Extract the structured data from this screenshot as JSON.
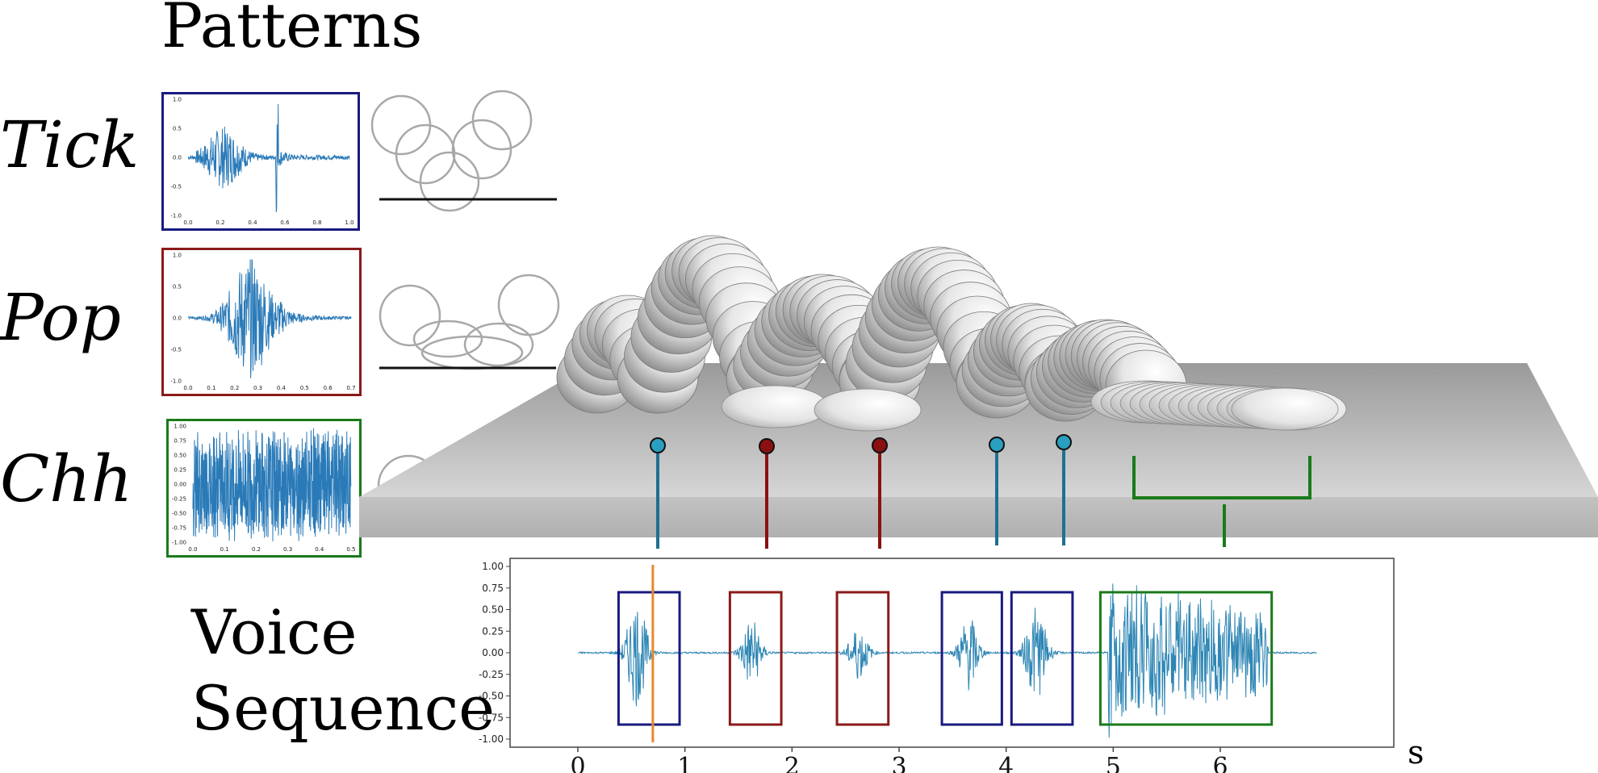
{
  "header": {
    "title": "Patterns"
  },
  "patterns": [
    {
      "label": "Tick",
      "color": "#1a1a80",
      "xticks": [
        "0.0",
        "0.2",
        "0.4",
        "0.6",
        "0.8",
        "1.0"
      ],
      "yticks": [
        "1.0",
        "0.5",
        "0.0",
        "-0.5",
        "-1.0"
      ]
    },
    {
      "label": "Pop",
      "color": "#8b1a1a",
      "xticks": [
        "0.0",
        "0.1",
        "0.2",
        "0.3",
        "0.4",
        "0.5",
        "0.6",
        "0.7"
      ],
      "yticks": [
        "1.0",
        "0.5",
        "0.0",
        "-0.5",
        "-1.0"
      ]
    },
    {
      "label": "Chh",
      "color": "#1a7a1a",
      "xticks": [
        "0.0",
        "0.1",
        "0.2",
        "0.3",
        "0.4",
        "0.5"
      ],
      "yticks": [
        "1.00",
        "0.75",
        "0.50",
        "0.25",
        "0.00",
        "-0.25",
        "-0.50",
        "-0.75",
        "-1.00"
      ]
    }
  ],
  "voice": {
    "label_line1": "Voice",
    "label_line2": "Sequence",
    "yticks": [
      "1.00",
      "0.75",
      "0.50",
      "0.25",
      "0.00",
      "-0.25",
      "-0.50",
      "-0.75",
      "-1.00"
    ],
    "xticks": [
      "0",
      "1",
      "2",
      "3",
      "4",
      "5",
      "6"
    ],
    "xunit": "s",
    "wave_color": "#2e86b4",
    "cursor_color": "#e8882a",
    "segments": [
      {
        "pattern": "Tick",
        "start": 0.38,
        "end": 0.95
      },
      {
        "pattern": "Pop",
        "start": 1.42,
        "end": 1.9
      },
      {
        "pattern": "Pop",
        "start": 2.42,
        "end": 2.9
      },
      {
        "pattern": "Tick",
        "start": 3.4,
        "end": 3.96
      },
      {
        "pattern": "Tick",
        "start": 4.05,
        "end": 4.62
      },
      {
        "pattern": "Chh",
        "start": 4.88,
        "end": 6.48
      }
    ],
    "cursor_time": 0.7
  },
  "colors": {
    "tick": "#1a1a80",
    "pop": "#8b1a1a",
    "chh": "#1a7a1a",
    "marker_tick": "#2a9fc0",
    "marker_pop": "#8b1010"
  }
}
